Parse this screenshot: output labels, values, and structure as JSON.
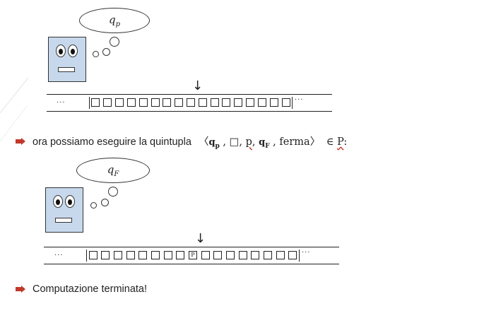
{
  "machine1": {
    "state_symbol": "q",
    "state_sub": "p",
    "tape_left_dots": "···",
    "tape_right_dots": "···",
    "cells": [
      "",
      "",
      "",
      "",
      "",
      "",
      "",
      "",
      "",
      "",
      "",
      "",
      "",
      "",
      "",
      "",
      ""
    ]
  },
  "bullet1": {
    "prefix": "ora possiamo eseguire la quintupla",
    "open": "〈",
    "q_p": "q",
    "q_p_sub": "p",
    "blank": "□",
    "p": "p",
    "q_F": "q",
    "q_F_sub": "F",
    "ferma": "ferma",
    "close": "〉",
    "in": "∈",
    "set": "P",
    "colon": ":"
  },
  "machine2": {
    "state_symbol": "q",
    "state_sub": "F",
    "tape_left_dots": "···",
    "tape_right_dots": "···",
    "cells": [
      "",
      "",
      "",
      "",
      "",
      "",
      "",
      "",
      "P",
      "",
      "",
      "",
      "",
      "",
      "",
      "",
      ""
    ]
  },
  "bullet2": {
    "text": "Computazione terminata!"
  },
  "colors": {
    "head_fill": "#c8d8ec",
    "bullet": "#c0392b",
    "decor_line": "#d8dde2"
  }
}
